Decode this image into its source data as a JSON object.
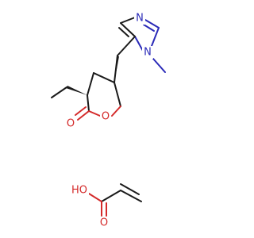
{
  "image": {
    "kind": "skeletal-structure",
    "colors": {
      "background": "#ffffff",
      "carbon_bond": "#1a1a1a",
      "nitrogen": "#2a2ab8",
      "oxygen": "#d42a2a"
    }
  },
  "molecule_1": {
    "atom_labels": {
      "imidazole_n3": "N",
      "imidazole_n1": "N",
      "lactone_ring_o": "O",
      "carbonyl_o": "O"
    }
  },
  "molecule_2": {
    "atom_labels": {
      "hydroxyl": "HO",
      "carbonyl_o": "O"
    }
  }
}
